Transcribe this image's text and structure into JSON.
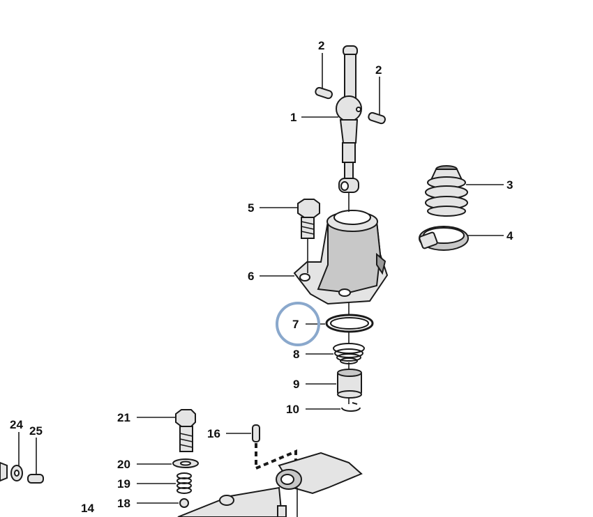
{
  "labels": {
    "l1": "1",
    "l2a": "2",
    "l2b": "2",
    "l3": "3",
    "l4": "4",
    "l5": "5",
    "l6": "6",
    "l7": "7",
    "l8": "8",
    "l9": "9",
    "l10": "10",
    "l14": "14",
    "l16": "16",
    "l18": "18",
    "l19": "19",
    "l20": "20",
    "l21": "21",
    "l24": "24",
    "l25": "25"
  },
  "highlight": {
    "label": "7",
    "color": "#8aa8cc"
  },
  "colors": {
    "ink": "#1a1a1a",
    "fill_light": "#e4e4e4",
    "fill_dark": "#9a9a9a"
  }
}
